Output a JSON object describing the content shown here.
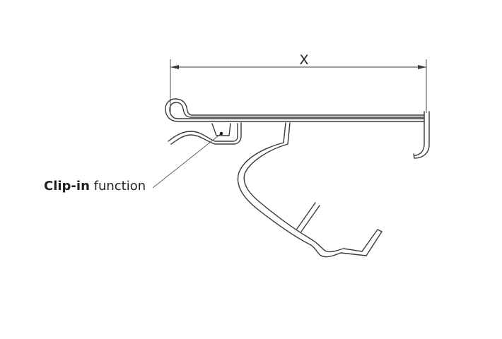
{
  "diagram": {
    "dimension_label": "X",
    "callout": {
      "bold_text": "Clip-in",
      "text": " function"
    },
    "colors": {
      "line": "#3a3a3a",
      "background": "#ffffff"
    }
  }
}
